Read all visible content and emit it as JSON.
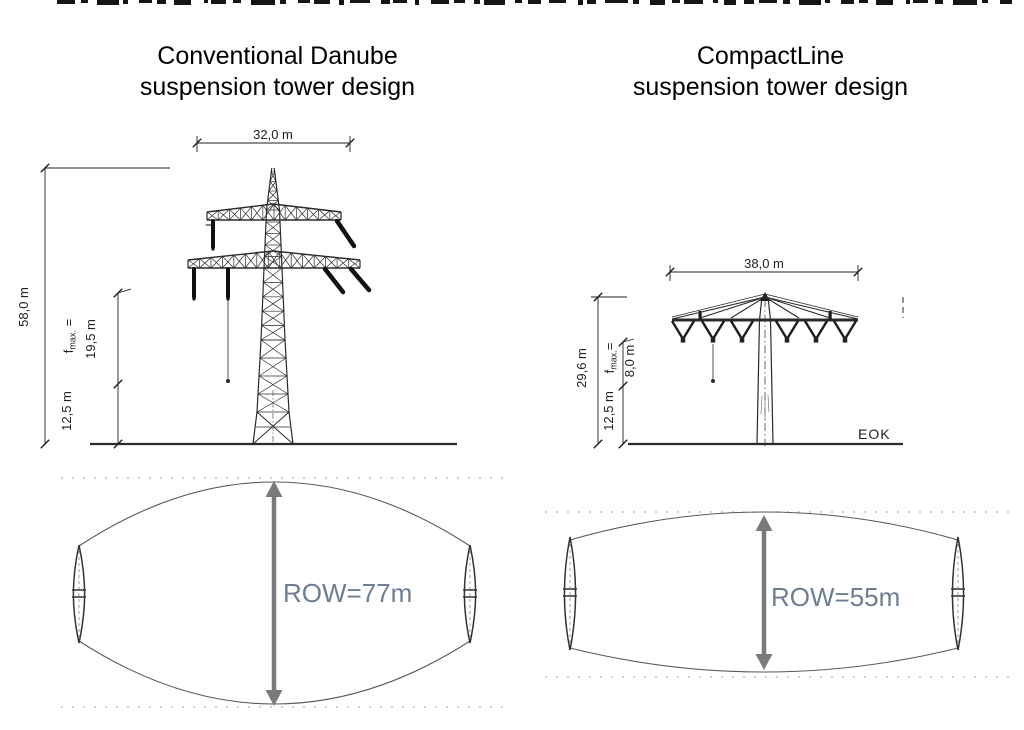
{
  "figure": {
    "left": {
      "title1": "Conventional Danube",
      "title2": "suspension tower design",
      "dim_width": "32,0 m",
      "dim_height": "58,0 m",
      "fmax_f": "f",
      "fmax_sub": "max.",
      "fmax_eq": " =",
      "dim_sag": "19,5 m",
      "dim_ground": "12,5 m",
      "row_label": "ROW=77m"
    },
    "right": {
      "title1": "CompactLine",
      "title2": "suspension tower design",
      "dim_width": "38,0 m",
      "dim_height": "29,6 m",
      "fmax_f": "f",
      "fmax_sub": "max.",
      "fmax_eq": "=",
      "dim_sag": "8,0 m",
      "dim_ground": "12,5 m",
      "ground_label": "EOK",
      "row_label": "ROW=55m"
    },
    "colors": {
      "line_art": "#2b2b2b",
      "row_arrow": "#7a7a7a",
      "row_text": "#6d7e93",
      "dotted_line": "#c2c2c2"
    }
  }
}
